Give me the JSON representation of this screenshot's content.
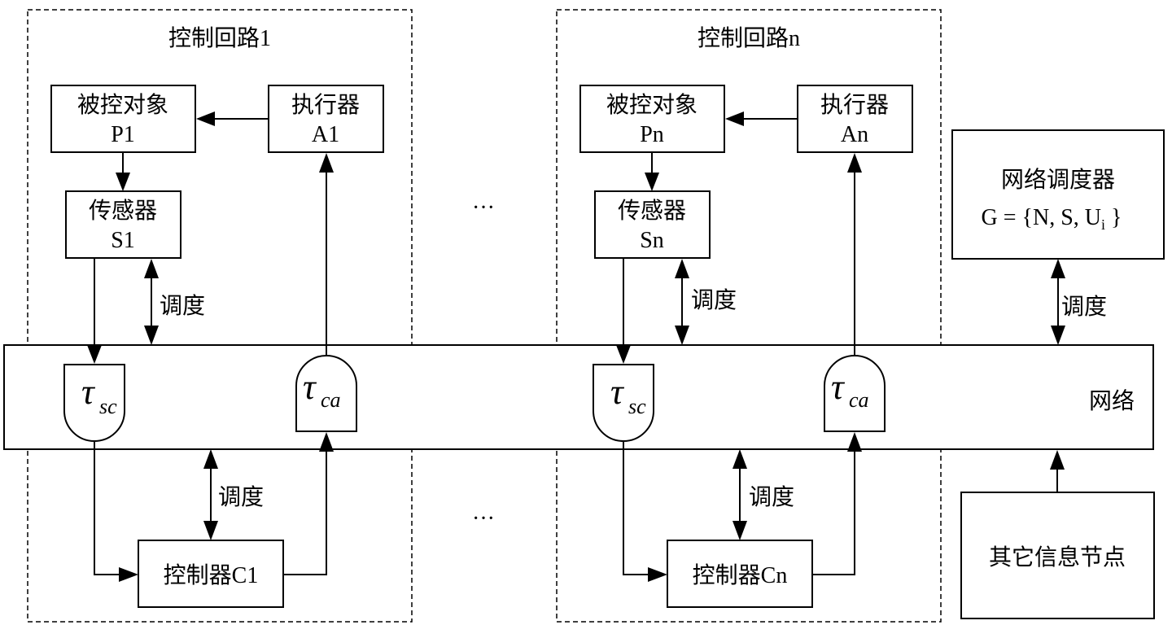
{
  "loops": [
    {
      "title": "控制回路1",
      "plant": {
        "name": "被控对象",
        "id": "P1"
      },
      "actuator": {
        "name": "执行器",
        "id": "A1"
      },
      "sensor": {
        "name": "传感器",
        "id": "S1"
      },
      "controller": "控制器C1"
    },
    {
      "title": "控制回路n",
      "plant": {
        "name": "被控对象",
        "id": "Pn"
      },
      "actuator": {
        "name": "执行器",
        "id": "An"
      },
      "sensor": {
        "name": "传感器",
        "id": "Sn"
      },
      "controller": "控制器Cn"
    }
  ],
  "delays": {
    "tau": "τ",
    "sc": "sc",
    "ca": "ca"
  },
  "schedule_label": "调度",
  "network_label": "网络",
  "scheduler": {
    "name": "网络调度器",
    "formula_prefix": "G = {N, S, U",
    "formula_sub": "i",
    "formula_suffix": " }"
  },
  "other_nodes": "其它信息节点",
  "ellipsis": "···"
}
